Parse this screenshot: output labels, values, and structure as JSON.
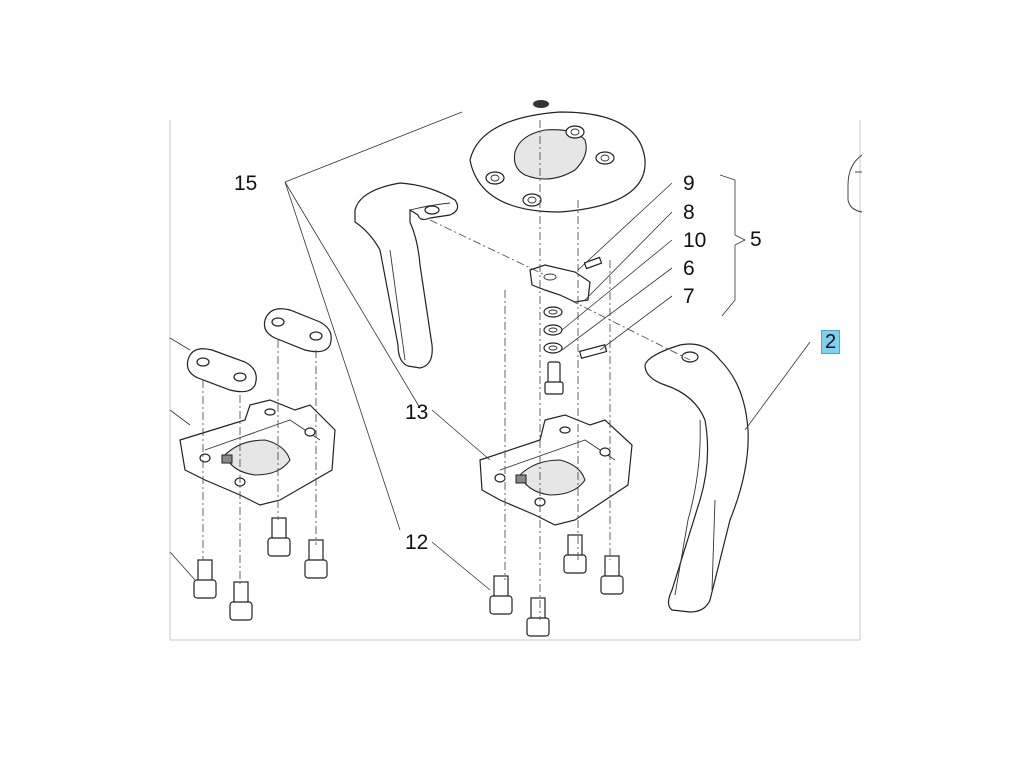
{
  "callouts": [
    {
      "id": "c15",
      "text": "15"
    },
    {
      "id": "c9",
      "text": "9"
    },
    {
      "id": "c8",
      "text": "8"
    },
    {
      "id": "c10",
      "text": "10"
    },
    {
      "id": "c6",
      "text": "6"
    },
    {
      "id": "c7",
      "text": "7"
    },
    {
      "id": "c5",
      "text": "5"
    },
    {
      "id": "c2",
      "text": "2",
      "highlighted": true,
      "highlight_color": "#7fd0ef"
    },
    {
      "id": "c13",
      "text": "13"
    },
    {
      "id": "c12",
      "text": "12"
    }
  ]
}
